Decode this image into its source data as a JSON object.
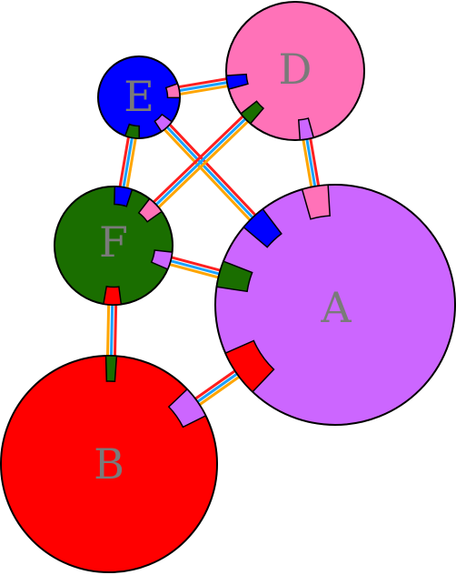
{
  "colors": {
    "A": "#cc66ff",
    "B": "#ff0000",
    "D": "#ff72b8",
    "E": "#0000ff",
    "F": "#1a6e00",
    "stroke": "#000000",
    "edge_red": "#ff2020",
    "edge_blue": "#1aa0ff",
    "edge_orange": "#ffa500"
  },
  "nodes": [
    {
      "id": "A",
      "label": "A",
      "color": "#cc66ff"
    },
    {
      "id": "B",
      "label": "B",
      "color": "#ff0000"
    },
    {
      "id": "D",
      "label": "D",
      "color": "#ff72b8"
    },
    {
      "id": "E",
      "label": "E",
      "color": "#0000ff"
    },
    {
      "id": "F",
      "label": "F",
      "color": "#1a6e00"
    }
  ],
  "edges": [
    {
      "from": "A",
      "to": "B"
    },
    {
      "from": "A",
      "to": "D"
    },
    {
      "from": "A",
      "to": "E"
    },
    {
      "from": "A",
      "to": "F"
    },
    {
      "from": "B",
      "to": "F"
    },
    {
      "from": "D",
      "to": "E"
    },
    {
      "from": "D",
      "to": "F"
    },
    {
      "from": "E",
      "to": "F"
    }
  ]
}
